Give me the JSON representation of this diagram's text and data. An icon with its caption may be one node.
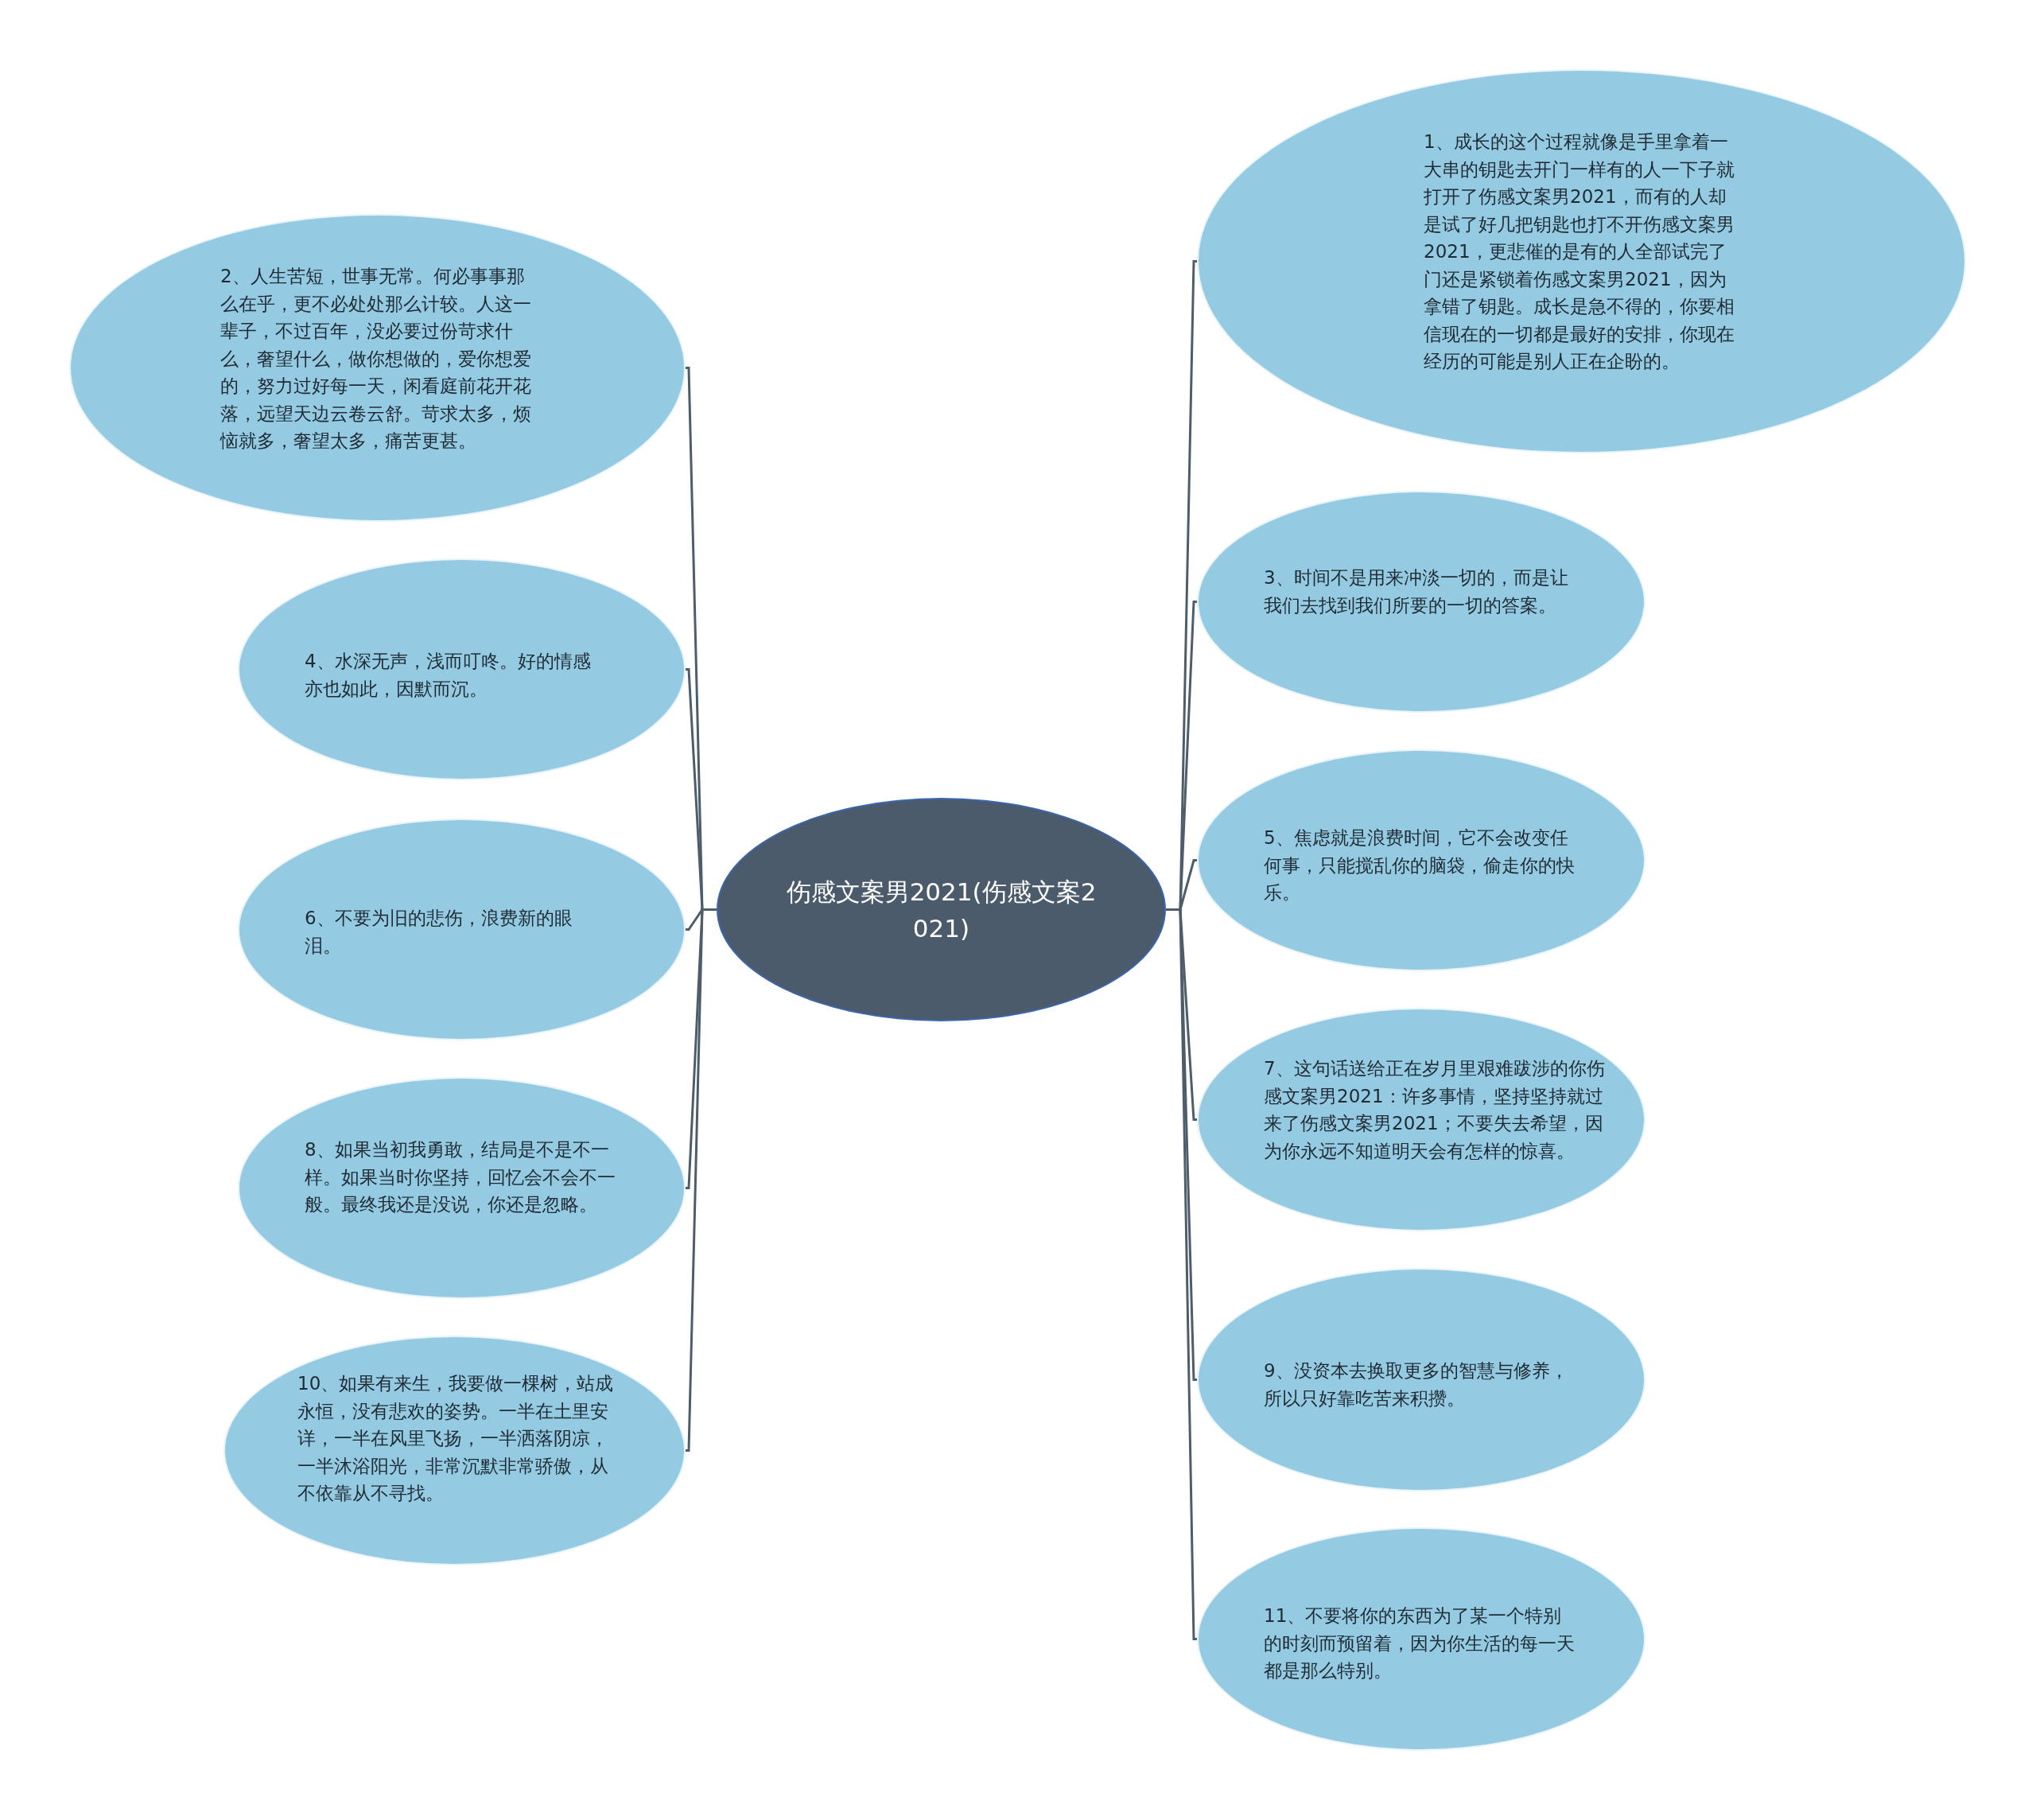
{
  "diagram": {
    "nodes": [
      {
        "text": [
          "伤感文案男2021(伤感文案2021)"
        ]
      },
      {
        "text": [
          "1、成长的这个过程就像是手里拿着一大串的钥匙去开门一样有的人一下子就打开了伤感文案男2021，而有的人却是试了好几把钥匙也打不开伤感文案男2021，更悲催的是有的人全部试完了门还是紧锁着伤感文案男2021，因为拿错了钥匙。成长是急不得的，你要相信现在的一切都是最好的安排，你现在经历的可能是别人正在企盼的。"
        ]
      },
      {
        "text": [
          "2、人生苦短，世事无常。何必事事那么在乎，更不必处处那么计较。人这一辈子，不过百年，没必要过份苛求什么，奢望什么，做你想做的，爱你想爱的，努力过好每一天，闲看庭前花开花落，远望天边云卷云舒。苛求太多，烦恼就多，奢望太多，痛苦更甚。"
        ]
      },
      {
        "text": [
          "3、时间不是用来冲淡一切的，而是让我们去找到我们所要的一切的答案。"
        ]
      },
      {
        "text": [
          "4、水深无声，浅而叮咚。好的情感亦也如此，因默而沉。"
        ]
      },
      {
        "text": [
          "5、焦虑就是浪费时间，它不会改变任何事，只能搅乱你的脑袋，偷走你的快乐。"
        ]
      },
      {
        "text": [
          "6、不要为旧的悲伤，浪费新的眼泪。"
        ]
      },
      {
        "text": [
          "7、这句话送给正在岁月里艰难跋涉的你伤感文案男2021：许多事情，坚持坚持就过来了伤感文案男2021；不要失去希望，因为你永远不知道明天会有怎样的惊喜。"
        ]
      },
      {
        "text": [
          "8、如果当初我勇敢，结局是不是不一样。如果当时你坚持，回忆会不会不一般。最终我还是没说，你还是忽略。"
        ]
      },
      {
        "text": [
          "9、没资本去换取更多的智慧与修养，所以只好靠吃苦来积攒。"
        ]
      },
      {
        "text": [
          "10、如果有来生，我要做一棵树，站成永恒，没有悲欢的姿势。一半在土里安详，一半在风里飞扬，一半洒落阴凉，一半沐浴阳光，非常沉默非常骄傲，从不依靠从不寻找。"
        ]
      },
      {
        "text": [
          "11、不要将你的东西为了某一个特别的时刻而预留着，因为你生活的每一天都是那么特别。"
        ]
      }
    ],
    "edges": [
      {
        "from": 0,
        "to": 1,
        "arrow": "none"
      },
      {
        "from": 0,
        "to": 2,
        "arrow": "none"
      },
      {
        "from": 0,
        "to": 3,
        "arrow": "none"
      },
      {
        "from": 0,
        "to": 4,
        "arrow": "none"
      },
      {
        "from": 0,
        "to": 5,
        "arrow": "none"
      },
      {
        "from": 0,
        "to": 6,
        "arrow": "none"
      },
      {
        "from": 0,
        "to": 7,
        "arrow": "none"
      },
      {
        "from": 0,
        "to": 8,
        "arrow": "none"
      },
      {
        "from": 0,
        "to": 9,
        "arrow": "none"
      },
      {
        "from": 0,
        "to": 10,
        "arrow": "none"
      },
      {
        "from": 0,
        "to": 11,
        "arrow": "none"
      }
    ]
  }
}
